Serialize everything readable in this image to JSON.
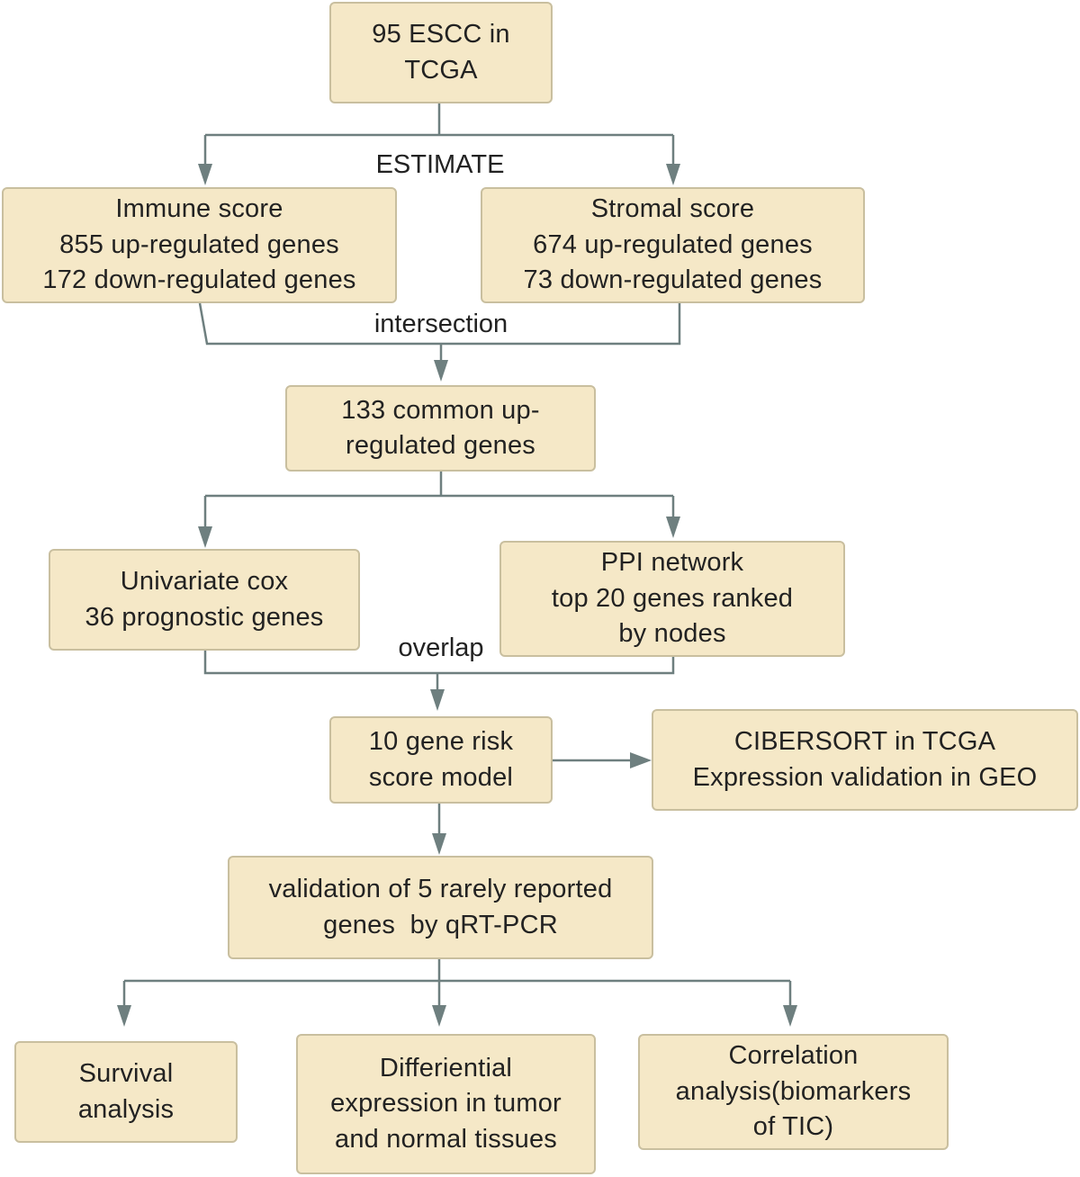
{
  "nodes": {
    "escc": [
      "95 ESCC in",
      "TCGA"
    ],
    "immune": [
      "Immune score",
      "855 up-regulated genes",
      "172 down-regulated genes"
    ],
    "stromal": [
      "Stromal score",
      "674 up-regulated genes",
      "73 down-regulated genes"
    ],
    "common": [
      "133 common up-",
      "regulated genes"
    ],
    "cox": [
      "Univariate cox",
      "36 prognostic genes"
    ],
    "ppi": [
      "PPI network",
      "top 20 genes ranked",
      "by nodes"
    ],
    "risk": [
      "10 gene risk",
      "score model"
    ],
    "cibersort": [
      "CIBERSORT in TCGA",
      "Expression validation in GEO"
    ],
    "validation": [
      "validation of 5 rarely reported",
      "genes  by qRT-PCR"
    ],
    "survival": [
      "Survival",
      "analysis"
    ],
    "differential": [
      "Differiential",
      "expression in tumor",
      "and normal tissues"
    ],
    "correlation": [
      "Correlation",
      "analysis(biomarkers",
      "of TIC)"
    ]
  },
  "edge_labels": {
    "estimate": "ESTIMATE",
    "intersection": "intersection",
    "overlap": "overlap"
  },
  "colors": {
    "box_fill": "#f5e8c7",
    "box_border": "#c9bf9f",
    "connector": "#6e7f7f"
  }
}
